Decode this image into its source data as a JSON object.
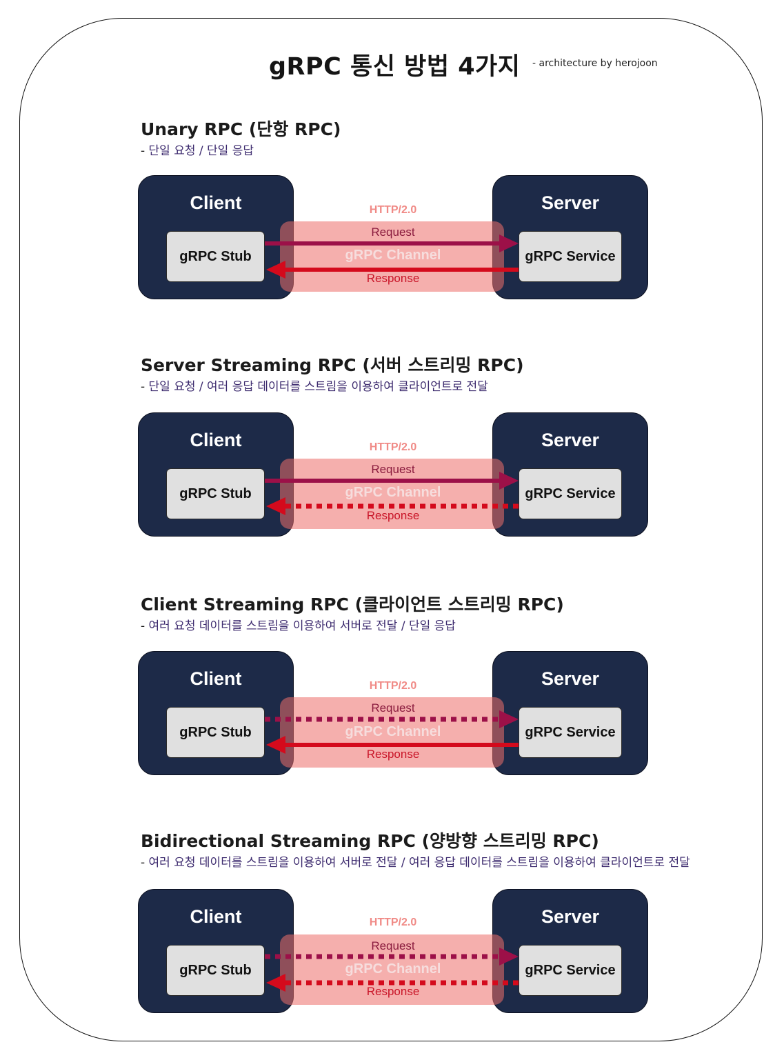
{
  "title": "gRPC 통신 방법 4가지",
  "credit": "- architecture by herojoon",
  "colors": {
    "node_bg": "#1d2a48",
    "inner_bg": "#e0e0e0",
    "channel": "#ec6e6a",
    "request_arrow": "#9c1048",
    "response_arrow": "#d40a1c",
    "http_label": "#f08a86"
  },
  "sections": [
    {
      "title": "Unary RPC (단항 RPC)",
      "desc_dash": "-",
      "desc": "단일 요청 / 단일 응답",
      "client": {
        "title": "Client",
        "inner": "gRPC Stub"
      },
      "server": {
        "title": "Server",
        "inner": "gRPC Service"
      },
      "http": "HTTP/2.0",
      "request": "Request",
      "channel": "gRPC Channel",
      "response": "Response",
      "request_style": "solid",
      "response_style": "solid"
    },
    {
      "title": "Server Streaming RPC (서버 스트리밍 RPC)",
      "desc_dash": "-",
      "desc": "단일 요청 / 여러 응답 데이터를 스트림을 이용하여 클라이언트로 전달",
      "client": {
        "title": "Client",
        "inner": "gRPC Stub"
      },
      "server": {
        "title": "Server",
        "inner": "gRPC Service"
      },
      "http": "HTTP/2.0",
      "request": "Request",
      "channel": "gRPC Channel",
      "response": "Response",
      "request_style": "solid",
      "response_style": "dotted"
    },
    {
      "title": "Client Streaming RPC (클라이언트 스트리밍 RPC)",
      "desc_dash": "-",
      "desc": "여러 요청 데이터를 스트림을 이용하여 서버로 전달 / 단일 응답",
      "client": {
        "title": "Client",
        "inner": "gRPC Stub"
      },
      "server": {
        "title": "Server",
        "inner": "gRPC Service"
      },
      "http": "HTTP/2.0",
      "request": "Request",
      "channel": "gRPC Channel",
      "response": "Response",
      "request_style": "dotted",
      "response_style": "solid"
    },
    {
      "title": "Bidirectional Streaming RPC (양방향 스트리밍 RPC)",
      "desc_dash": "-",
      "desc": "여러 요청 데이터를 스트림을 이용하여 서버로 전달 / 여러 응답 데이터를 스트림을 이용하여 클라이언트로 전달",
      "client": {
        "title": "Client",
        "inner": "gRPC Stub"
      },
      "server": {
        "title": "Server",
        "inner": "gRPC Service"
      },
      "http": "HTTP/2.0",
      "request": "Request",
      "channel": "gRPC Channel",
      "response": "Response",
      "request_style": "dotted",
      "response_style": "dotted"
    }
  ]
}
